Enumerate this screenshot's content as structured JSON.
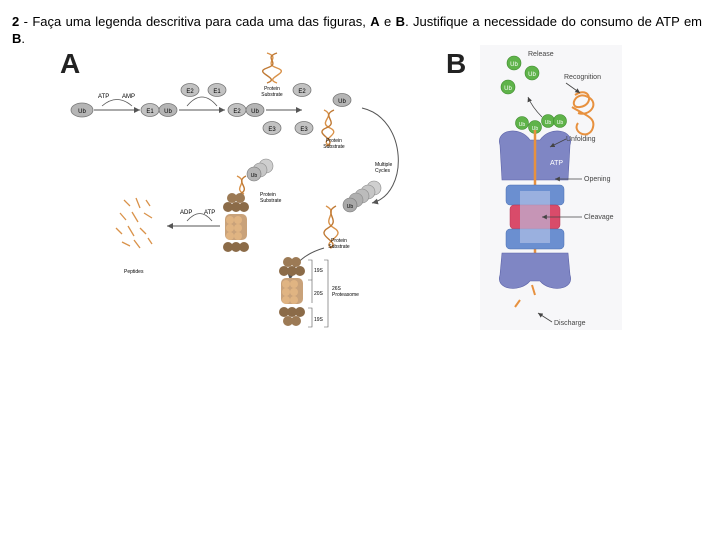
{
  "question": {
    "number": "2",
    "text_before_a": " - Faça uma legenda descritiva para cada uma das figuras, ",
    "label_a": "A",
    "text_between": " e ",
    "label_b": "B",
    "text_after_b": ". Justifique a necessidade do consumo de ATP em ",
    "label_b2": "B",
    "end": "."
  },
  "figure_a": {
    "panel_label": "A",
    "ub": "Ub",
    "atp": "ATP",
    "amp": "AMP",
    "adp": "ADP",
    "e1": "E1",
    "e2": "E2",
    "e3": "E3",
    "protein_substrate": "Protein\nSubstrate",
    "multiple_cycles": "Multiple\nCycles",
    "peptides": "Peptides",
    "s19": "19S",
    "s20": "20S",
    "s19b": "19S",
    "proteasome": "26S\nProteasome"
  },
  "figure_b": {
    "panel_label": "B",
    "release": "Release",
    "recognition": "Recognition",
    "unfolding": "Unfolding",
    "atp": "ATP",
    "opening": "Opening",
    "cleavage": "Cleavage",
    "discharge": "Discharge",
    "ub": "Ub"
  },
  "colors": {
    "ub_gray": "#a9a9a9",
    "protein_orange": "#d9924a",
    "proteasome_brown": "#9c7a55",
    "ub_green": "#5fb34a",
    "lid_purple": "#7f86c4",
    "core_pink": "#d94b6a",
    "core_blue": "#6b8fd0"
  }
}
